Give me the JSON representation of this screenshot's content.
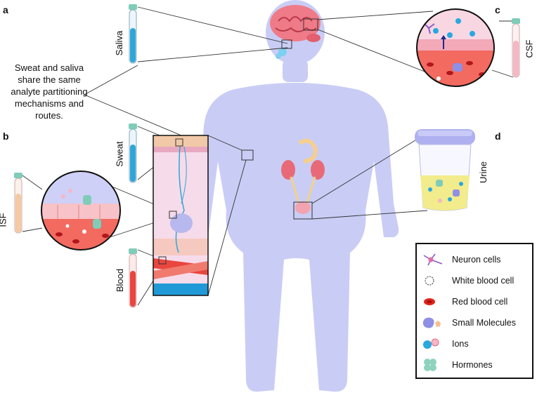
{
  "panels": {
    "a": "a",
    "b": "b",
    "c": "c",
    "d": "d"
  },
  "fluids": {
    "saliva": "Saliva",
    "sweat": "Sweat",
    "isf": "ISF",
    "blood": "Blood",
    "csf": "CSF",
    "urine": "Urine"
  },
  "note": "Sweat and saliva share the same analyte partitioning mechanisms and routes.",
  "legend": {
    "items": [
      {
        "label": "Neuron cells",
        "icon": "neuron-icon"
      },
      {
        "label": "White blood cell",
        "icon": "white-blood-cell-icon"
      },
      {
        "label": "Red blood cell",
        "icon": "red-blood-cell-icon"
      },
      {
        "label": "Small Molecules",
        "icon": "small-molecules-icon"
      },
      {
        "label": "Ions",
        "icon": "ions-icon"
      },
      {
        "label": "Hormones",
        "icon": "hormones-icon"
      }
    ]
  },
  "colors": {
    "body": "#c9cdf5",
    "blood": "#e8463f",
    "saliva_tube": "#2fa6d9",
    "sweat_tube": "#2fa6d9",
    "isf_tube": "#f5c9a4",
    "blood_tube": "#e8463f",
    "csf_tube": "#f4b7c3",
    "tube_cap": "#7fcdb8",
    "urine": "#f2ec8c",
    "ion": "#29a8e0"
  }
}
